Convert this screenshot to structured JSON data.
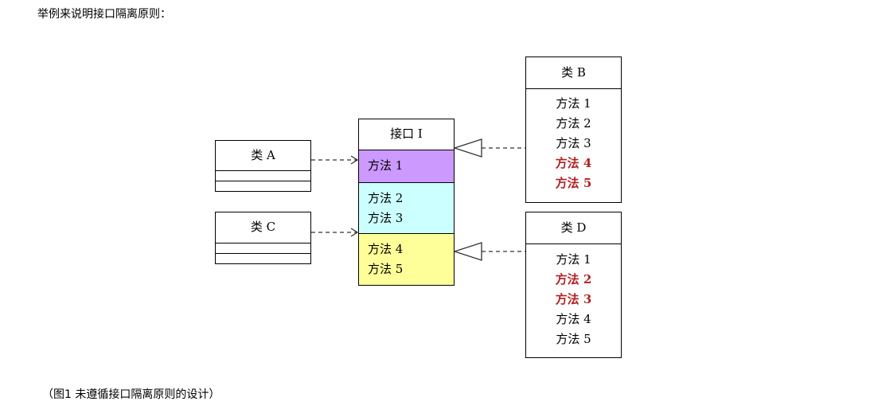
{
  "intro_text": "举例来说明接口隔离原则：",
  "caption": "（图1 未遵循接口隔离原则的设计）",
  "class_a": {
    "name": "类 A"
  },
  "class_c": {
    "name": "类 C"
  },
  "interface_i": {
    "name": "接口 I",
    "group1": [
      "方法 1"
    ],
    "group2": [
      "方法 2",
      "方法 3"
    ],
    "group3": [
      "方法 4",
      "方法 5"
    ]
  },
  "class_b": {
    "name": "类 B",
    "methods": [
      {
        "label": "方法 1",
        "highlight": false
      },
      {
        "label": "方法 2",
        "highlight": false
      },
      {
        "label": "方法 3",
        "highlight": false
      },
      {
        "label": "方法 4",
        "highlight": true
      },
      {
        "label": "方法 5",
        "highlight": true
      }
    ]
  },
  "class_d": {
    "name": "类 D",
    "methods": [
      {
        "label": "方法 1",
        "highlight": false
      },
      {
        "label": "方法 2",
        "highlight": true
      },
      {
        "label": "方法 3",
        "highlight": true
      },
      {
        "label": "方法 4",
        "highlight": false
      },
      {
        "label": "方法 5",
        "highlight": false
      }
    ]
  },
  "colors": {
    "group1": "#cc99ff",
    "group2": "#ccffff",
    "group3": "#ffff99",
    "highlight": "#b22222"
  }
}
